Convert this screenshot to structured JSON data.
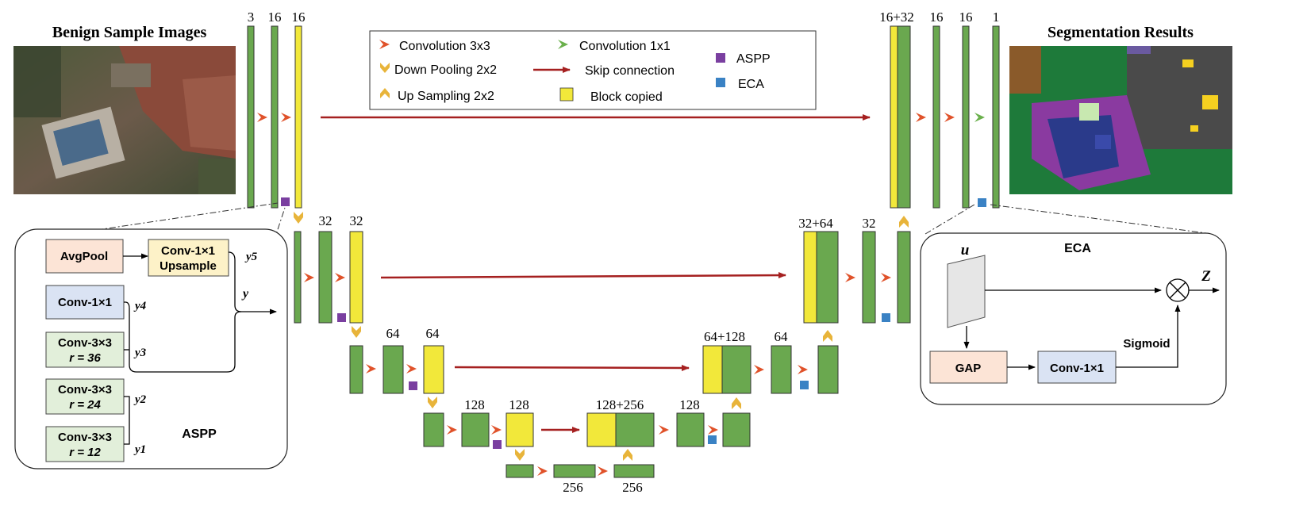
{
  "headings": {
    "left": "Benign Sample Images",
    "right": "Segmentation Results"
  },
  "legend": {
    "conv3": "Convolution 3x3",
    "down": "Down Pooling 2x2",
    "up": "Up Sampling 2x2",
    "conv1": "Convolution 1x1",
    "skip": "Skip connection",
    "copied": "Block copied",
    "aspp": "ASPP",
    "eca": "ECA"
  },
  "channels": {
    "e1": [
      "3",
      "16",
      "16"
    ],
    "e2": [
      "32",
      "32"
    ],
    "e3": [
      "64",
      "64"
    ],
    "e4": [
      "128",
      "128"
    ],
    "bottleneck": [
      "256",
      "256"
    ],
    "d4": [
      "128+256",
      "128"
    ],
    "d3": [
      "64+128",
      "64"
    ],
    "d2": [
      "32+64",
      "32"
    ],
    "d1": [
      "16+32",
      "16",
      "16",
      "1"
    ]
  },
  "aspp_panel": {
    "title": "ASPP",
    "avgpool": "AvgPool",
    "conv1_up_line1": "Conv-1×1",
    "conv1_up_line2": "Upsample",
    "conv1": "Conv-1×1",
    "conv3_a": "Conv-3×3",
    "conv3_a_rate": "r = 36",
    "conv3_b": "Conv-3×3",
    "conv3_b_rate": "r = 24",
    "conv3_c": "Conv-3×3",
    "conv3_c_rate": "r = 12",
    "y5": "y5",
    "y4": "y4",
    "y3": "y3",
    "y2": "y2",
    "y1": "y1",
    "y": "y"
  },
  "eca_panel": {
    "title": "ECA",
    "input": "u",
    "output": "Z",
    "gap": "GAP",
    "conv": "Conv-1×1",
    "sigmoid": "Sigmoid"
  },
  "colors": {
    "green_block": "#6aa84f",
    "yellow_block": "#f2e83a",
    "conv3_arrow": "#e0522a",
    "conv1_arrow": "#6ab04c",
    "pool_arrow": "#e8b43a",
    "skip_arrow": "#a52020",
    "aspp_square": "#7a3fa0",
    "eca_square": "#3a82c4",
    "peach_box": "#fce4d6",
    "cream_box": "#fdf2c8",
    "blue_box": "#dae3f3",
    "mint_box": "#e2efda"
  }
}
